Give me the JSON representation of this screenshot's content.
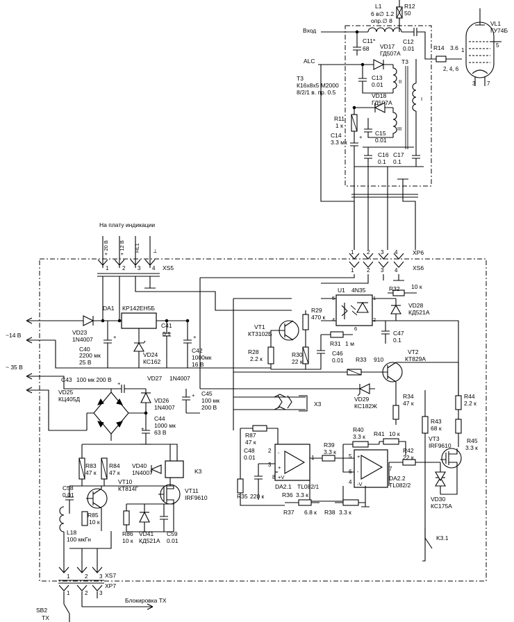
{
  "labels": {
    "input": "Вход",
    "alc": "ALC",
    "indication_board": "На  плату  индикации",
    "v14": "~14  В",
    "v35": "~ 35 В",
    "tx_block": "Блокировка  ТХ",
    "plus20": "+ 20 В",
    "plus12": "+ 12 В",
    "hl1": "HL1",
    "gnd": "⊥"
  },
  "components": {
    "L1": {
      "ref": "L1",
      "v1": "6 в∅ 1.2",
      "v2": "опр.∅ 8"
    },
    "R12": {
      "ref": "R12",
      "v": "50"
    },
    "VL1": {
      "ref": "VL1",
      "v": "ГУ74Б",
      "pins": [
        "1",
        "2, 4, 6",
        "3",
        "7",
        "5"
      ]
    },
    "R14": {
      "ref": "R14",
      "v": "3.6"
    },
    "C11": {
      "ref": "C11*",
      "v": "68"
    },
    "C12": {
      "ref": "C12",
      "v": "0.01"
    },
    "VD17": {
      "ref": "VD17",
      "v": "ГД507А"
    },
    "T3": {
      "ref": "T3",
      "v1": "К16х8х5  М2000",
      "v2": "8/2/1 в.  пр. 0.5",
      "w1": "I",
      "w2": "II",
      "w3": "III"
    },
    "T3b": {
      "ref": "T3"
    },
    "C13": {
      "ref": "C13",
      "v": "0.01"
    },
    "VD18": {
      "ref": "VD18",
      "v": "ГД507А"
    },
    "R11": {
      "ref": "R11",
      "v": "1 к"
    },
    "C14": {
      "ref": "C14",
      "v": "3.3 мк"
    },
    "C15": {
      "ref": "C15",
      "v": "0.01"
    },
    "C16": {
      "ref": "C16",
      "v": "0.1"
    },
    "C17": {
      "ref": "C17",
      "v": "0.1"
    },
    "XP6": {
      "ref": "XP6"
    },
    "XS6": {
      "ref": "XS6"
    },
    "XS5": {
      "ref": "XS5"
    },
    "U1": {
      "ref": "U1",
      "v": "4N35"
    },
    "R32": {
      "ref": "R32",
      "v": "10 к"
    },
    "VD28": {
      "ref": "VD28",
      "v": "КД521А"
    },
    "R29": {
      "ref": "R29",
      "v": "470 к"
    },
    "VT1": {
      "ref": "VT1",
      "v": "КТ3102Б"
    },
    "R31": {
      "ref": "R31",
      "v": "1 м"
    },
    "C47": {
      "ref": "C47",
      "v": "0.1"
    },
    "R28": {
      "ref": "R28",
      "v": "2.2 к"
    },
    "R30": {
      "ref": "R30",
      "v": "22 к"
    },
    "C46": {
      "ref": "C46",
      "v": "0.01"
    },
    "DA1": {
      "ref": "DA1",
      "v": "КР142ЕН5Б"
    },
    "VD23": {
      "ref": "VD23",
      "v": "1N4007"
    },
    "C41": {
      "ref": "C41",
      "v": "0.1"
    },
    "C40": {
      "ref": "C40",
      "v1": "2200 мк",
      "v2": "25 В"
    },
    "VD24": {
      "ref": "VD24",
      "v": "КС162"
    },
    "C42": {
      "ref": "C42",
      "v1": "1000мк",
      "v2": "16 В"
    },
    "R33": {
      "ref": "R33",
      "v": "910"
    },
    "VT2": {
      "ref": "VT2",
      "v": "КТ829А"
    },
    "C43": {
      "ref": "C43",
      "v": "100 мк 200 В"
    },
    "VD27": {
      "ref": "VD27",
      "v": "1N4007"
    },
    "VD25": {
      "ref": "VD25",
      "v": "КЦ405Д"
    },
    "VD26": {
      "ref": "VD26",
      "v": "1N4007"
    },
    "C45": {
      "ref": "C45",
      "v1": "100 мк",
      "v2": "200 В"
    },
    "VD29": {
      "ref": "VD29",
      "v": "КС182Ж"
    },
    "R34": {
      "ref": "R34",
      "v": "47 к"
    },
    "R44": {
      "ref": "R44",
      "v": "2.2 к"
    },
    "X3": {
      "ref": "X3"
    },
    "C44": {
      "ref": "C44",
      "v1": "1000 мк",
      "v2": "63 В"
    },
    "R87": {
      "ref": "R87",
      "v": "47 к"
    },
    "R40": {
      "ref": "R40",
      "v": "3.3 к"
    },
    "R41": {
      "ref": "R41",
      "v": "10 к"
    },
    "R43": {
      "ref": "R43",
      "v": "68 к"
    },
    "R45": {
      "ref": "R45",
      "v": "3.3 к"
    },
    "VT3": {
      "ref": "VT3",
      "v": "IRF9610"
    },
    "R39": {
      "ref": "R39",
      "v": "3.3 к"
    },
    "R42": {
      "ref": "R42",
      "v": "22 к"
    },
    "C48": {
      "ref": "C48",
      "v": "0.01"
    },
    "R83": {
      "ref": "R83",
      "v": "47 к"
    },
    "R84": {
      "ref": "R84",
      "v": "47 к"
    },
    "VD40": {
      "ref": "VD40",
      "v": "1N4007"
    },
    "K3": {
      "ref": "K3"
    },
    "K3_1": {
      "ref": "K3.1"
    },
    "DA2_1": {
      "ref": "DA2.1",
      "v": "TL082/1"
    },
    "DA2_2": {
      "ref": "DA2.2",
      "v": "TL082/2"
    },
    "R35": {
      "ref": "R35",
      "v": "220 к"
    },
    "R36": {
      "ref": "R36",
      "v": "3.3 к"
    },
    "R37": {
      "ref": "R37",
      "v": "6.8 к"
    },
    "R38": {
      "ref": "R38",
      "v": "3.3 к"
    },
    "VD30": {
      "ref": "VD30",
      "v": "КС175А"
    },
    "C58": {
      "ref": "C58",
      "v": "0.01"
    },
    "VT10": {
      "ref": "VT10",
      "v": "КТ814Г"
    },
    "VT11": {
      "ref": "VT11",
      "v": "IRF9610"
    },
    "R85": {
      "ref": "R85",
      "v": "10 к"
    },
    "L18": {
      "ref": "L18",
      "v": "100  мкГн"
    },
    "R86": {
      "ref": "R86",
      "v": "10 к"
    },
    "VD41": {
      "ref": "VD41",
      "v": "КД521А"
    },
    "C59": {
      "ref": "C59",
      "v": "0.01"
    },
    "XS7": {
      "ref": "XS7"
    },
    "XP7": {
      "ref": "XP7"
    },
    "SB2": {
      "ref": "SB2",
      "v": "ТХ"
    }
  }
}
